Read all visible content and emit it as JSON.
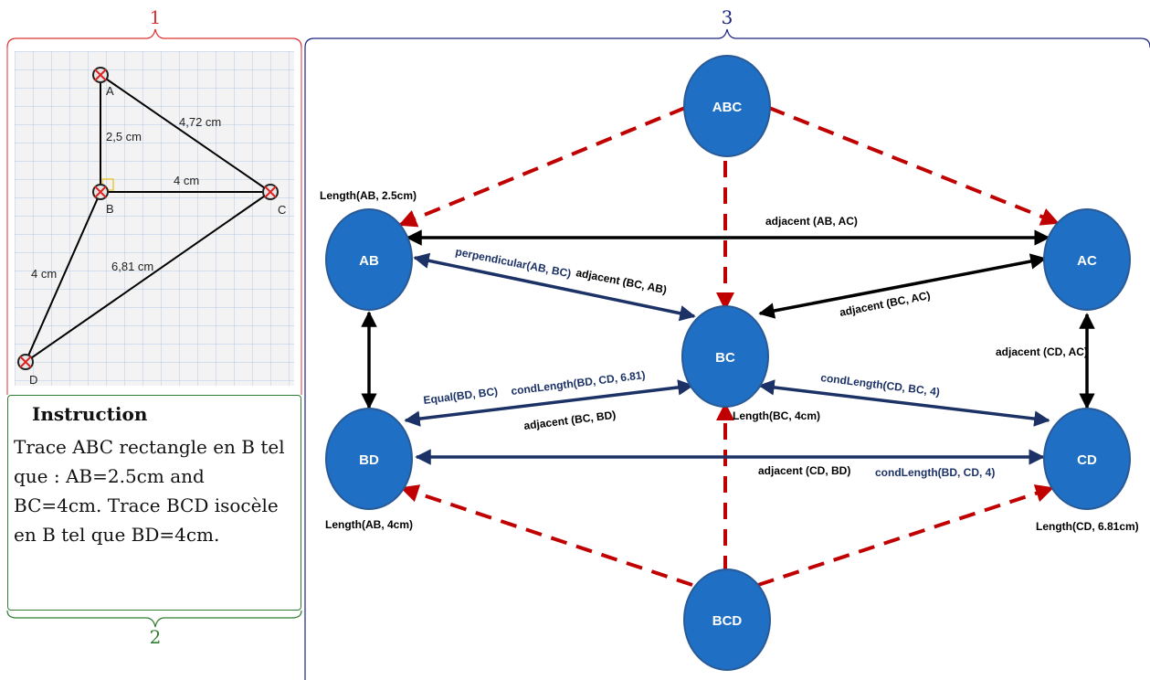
{
  "panel_labels": {
    "p1": "1",
    "p2": "2",
    "p3": "3"
  },
  "geometry_canvas": {
    "points": {
      "A": "A",
      "B": "B",
      "C": "C",
      "D": "D"
    },
    "labels": {
      "ab": "2,5 cm",
      "ac": "4,72 cm",
      "bc": "4 cm",
      "bd": "4 cm",
      "cd": "6,81 cm"
    }
  },
  "instruction": {
    "title": "Instruction",
    "text": "Trace ABC rectangle en B tel que : AB=2.5cm and BC=4cm. Trace BCD isocèle en B tel que BD=4cm."
  },
  "graph": {
    "nodes": {
      "ABC": "ABC",
      "AB": "AB",
      "AC": "AC",
      "BC": "BC",
      "BD": "BD",
      "CD": "CD",
      "BCD": "BCD"
    },
    "node_labels": {
      "ab": "Length(AB, 2.5cm)",
      "bc": "Length(BC, 4cm)",
      "bd": "Length(AB, 4cm)",
      "cd": "Length(CD, 6.81cm)"
    },
    "edge_labels": {
      "adj_ab_ac": "adjacent (AB, AC)",
      "perp_ab_bc": "perpendicular(AB, BC)",
      "adj_bc_ab": "adjacent (BC, AB)",
      "adj_bc_ac": "adjacent (BC, AC)",
      "adj_cd_ac": "adjacent (CD, AC)",
      "equal_bd_bc": "Equal(BD, BC)",
      "cond_bd_cd": "condLength(BD, CD, 6.81)",
      "adj_bc_bd": "adjacent (BC, BD)",
      "cond_cd_bc": "condLength(CD, BC, 4)",
      "adj_cd_bd": "adjacent (CD, BD)",
      "cond_bd_cd_4": "condLength(BD, CD, 4)"
    },
    "colors": {
      "node_fill": "#1f6fc4",
      "node_stroke": "#2a5a96",
      "black_edge": "#000000",
      "navy_edge": "#1c3266",
      "dashed_edge": "#c00000",
      "panel1": "#e03030",
      "panel2": "#2e7d32",
      "panel3": "#1a237e"
    }
  }
}
